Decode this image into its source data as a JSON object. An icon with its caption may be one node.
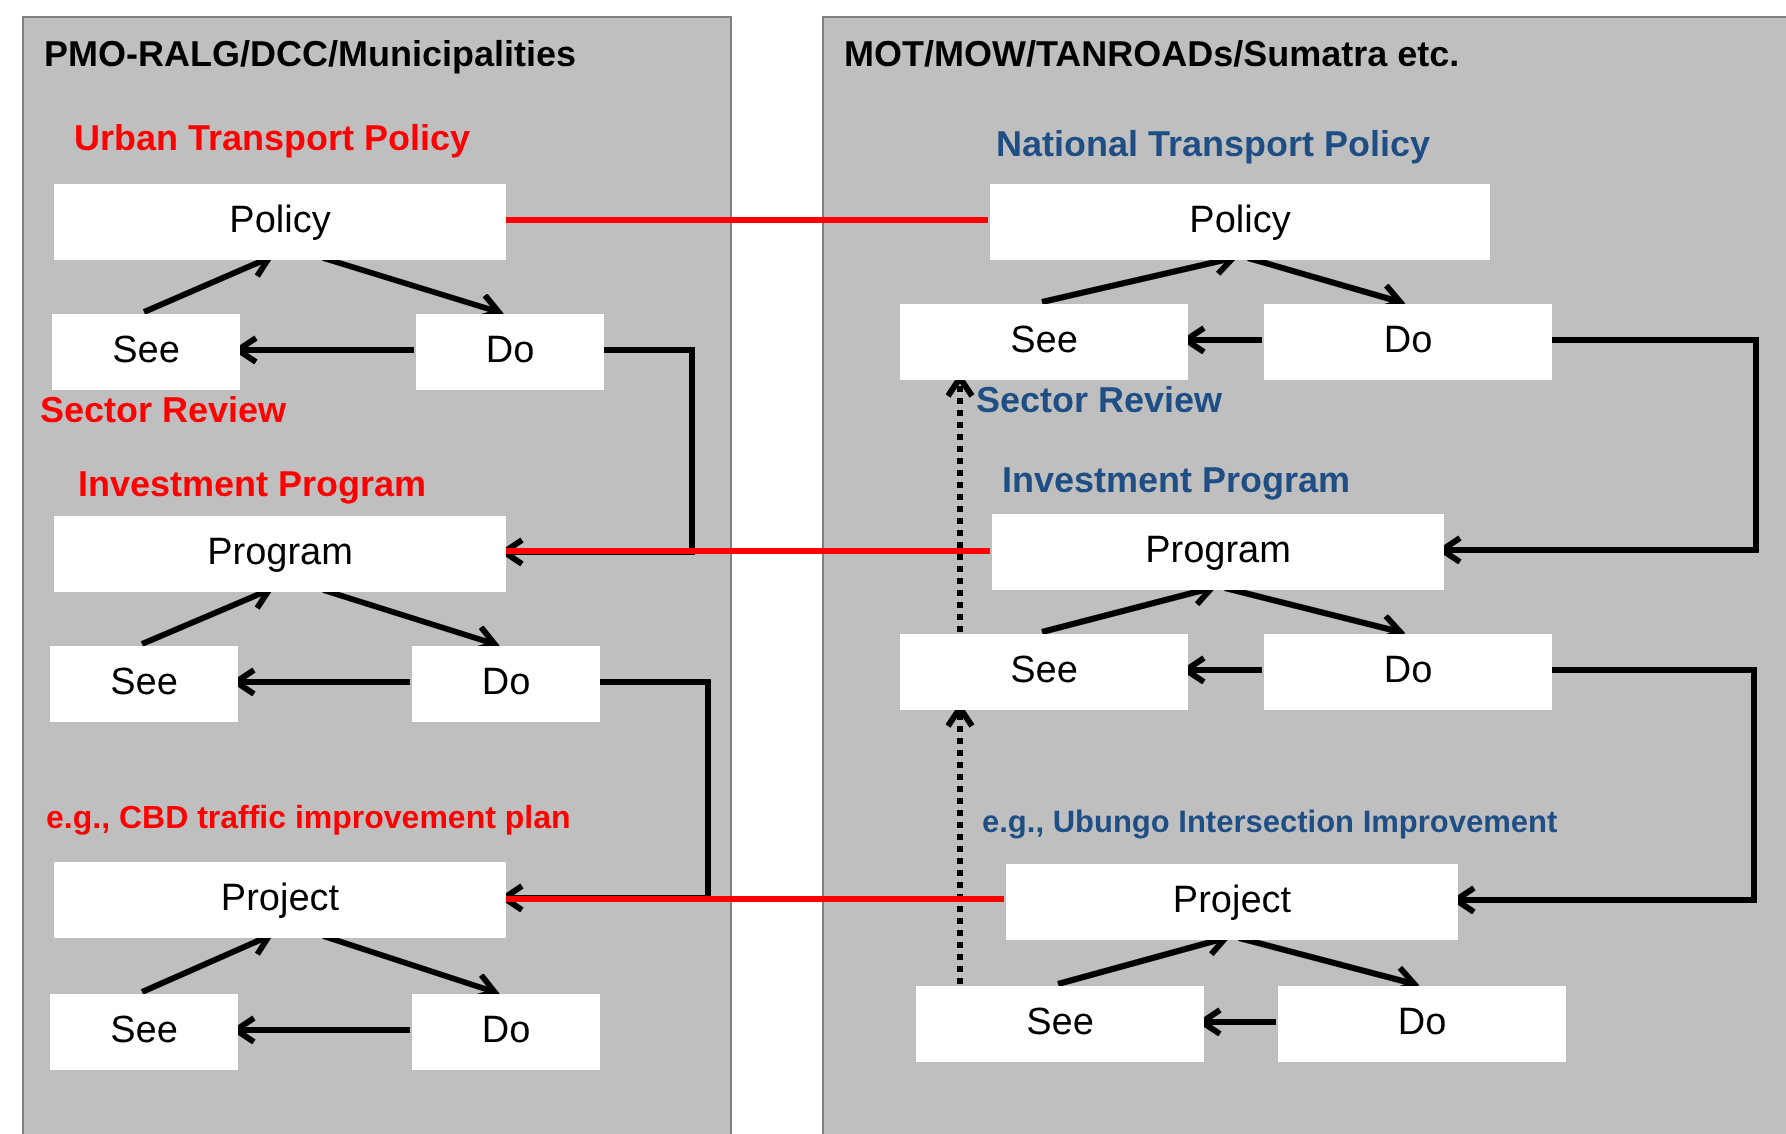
{
  "diagram": {
    "nodes": [
      {
        "text": [
          "PMO-RALG/DCC/Municipalities"
        ]
      },
      {
        "text": [
          "Policy"
        ],
        "in": 0,
        "beside": [
          "Urban Transport Policy"
        ]
      },
      {
        "text": [
          "See"
        ],
        "in": 0
      },
      {
        "text": [
          "Do"
        ],
        "in": 0
      },
      {
        "text": [
          "Program"
        ],
        "in": 0,
        "beside": [
          "Investment Program"
        ]
      },
      {
        "text": [
          "See"
        ],
        "in": 0
      },
      {
        "text": [
          "Do"
        ],
        "in": 0
      },
      {
        "text": [
          "Project"
        ],
        "in": 0,
        "beside": [
          "e.g., CBD traffic improvement plan"
        ]
      },
      {
        "text": [
          "See"
        ],
        "in": 0
      },
      {
        "text": [
          "Do"
        ],
        "in": 0
      },
      {
        "text": [
          "MOT/MOW/TANROADs/Sumatra etc."
        ]
      },
      {
        "text": [
          "Policy"
        ],
        "in": 10,
        "beside": [
          "National Transport Policy"
        ]
      },
      {
        "text": [
          "See"
        ],
        "in": 10
      },
      {
        "text": [
          "Do"
        ],
        "in": 10
      },
      {
        "text": [
          "Program"
        ],
        "in": 10,
        "beside": [
          "Investment Program"
        ]
      },
      {
        "text": [
          "See"
        ],
        "in": 10
      },
      {
        "text": [
          "Do"
        ],
        "in": 10
      },
      {
        "text": [
          "Project"
        ],
        "in": 10,
        "beside": [
          "e.g., Ubungo  Intersection Improvement"
        ]
      },
      {
        "text": [
          "See"
        ],
        "in": 10
      },
      {
        "text": [
          "Do"
        ],
        "in": 10
      }
    ],
    "edges": [
      {
        "from": 1,
        "to": 3,
        "arrow": "to"
      },
      {
        "from": 3,
        "to": 2,
        "arrow": "to"
      },
      {
        "from": 2,
        "to": 1,
        "arrow": "to"
      },
      {
        "from": 3,
        "to": 4,
        "arrow": "to"
      },
      {
        "from": 4,
        "to": 6,
        "arrow": "to"
      },
      {
        "from": 6,
        "to": 5,
        "arrow": "to"
      },
      {
        "from": 5,
        "to": 4,
        "arrow": "to"
      },
      {
        "from": 6,
        "to": 7,
        "arrow": "to"
      },
      {
        "from": 7,
        "to": 9,
        "arrow": "to"
      },
      {
        "from": 9,
        "to": 8,
        "arrow": "to"
      },
      {
        "from": 8,
        "to": 7,
        "arrow": "to"
      },
      {
        "from": 11,
        "to": 13,
        "arrow": "to"
      },
      {
        "from": 13,
        "to": 12,
        "arrow": "to"
      },
      {
        "from": 12,
        "to": 11,
        "arrow": "to"
      },
      {
        "from": 13,
        "to": 14,
        "arrow": "to"
      },
      {
        "from": 14,
        "to": 16,
        "arrow": "to"
      },
      {
        "from": 16,
        "to": 15,
        "arrow": "to"
      },
      {
        "from": 15,
        "to": 14,
        "arrow": "to"
      },
      {
        "from": 16,
        "to": 17,
        "arrow": "to"
      },
      {
        "from": 17,
        "to": 19,
        "arrow": "to"
      },
      {
        "from": 19,
        "to": 18,
        "arrow": "to"
      },
      {
        "from": 18,
        "to": 17,
        "arrow": "to"
      },
      {
        "from": 18,
        "to": 15,
        "arrow": "to",
        "style": "dashed"
      },
      {
        "from": 15,
        "to": 12,
        "arrow": "to",
        "style": "dashed"
      },
      {
        "from": 1,
        "to": 11,
        "arrow": "none",
        "color": "#ff0000"
      },
      {
        "from": 14,
        "to": 4,
        "arrow": "none",
        "color": "#ff0000"
      },
      {
        "from": 17,
        "to": 7,
        "arrow": "none",
        "color": "#ff0000"
      }
    ],
    "labels": [
      "Sector Review",
      "Sector Review"
    ]
  }
}
